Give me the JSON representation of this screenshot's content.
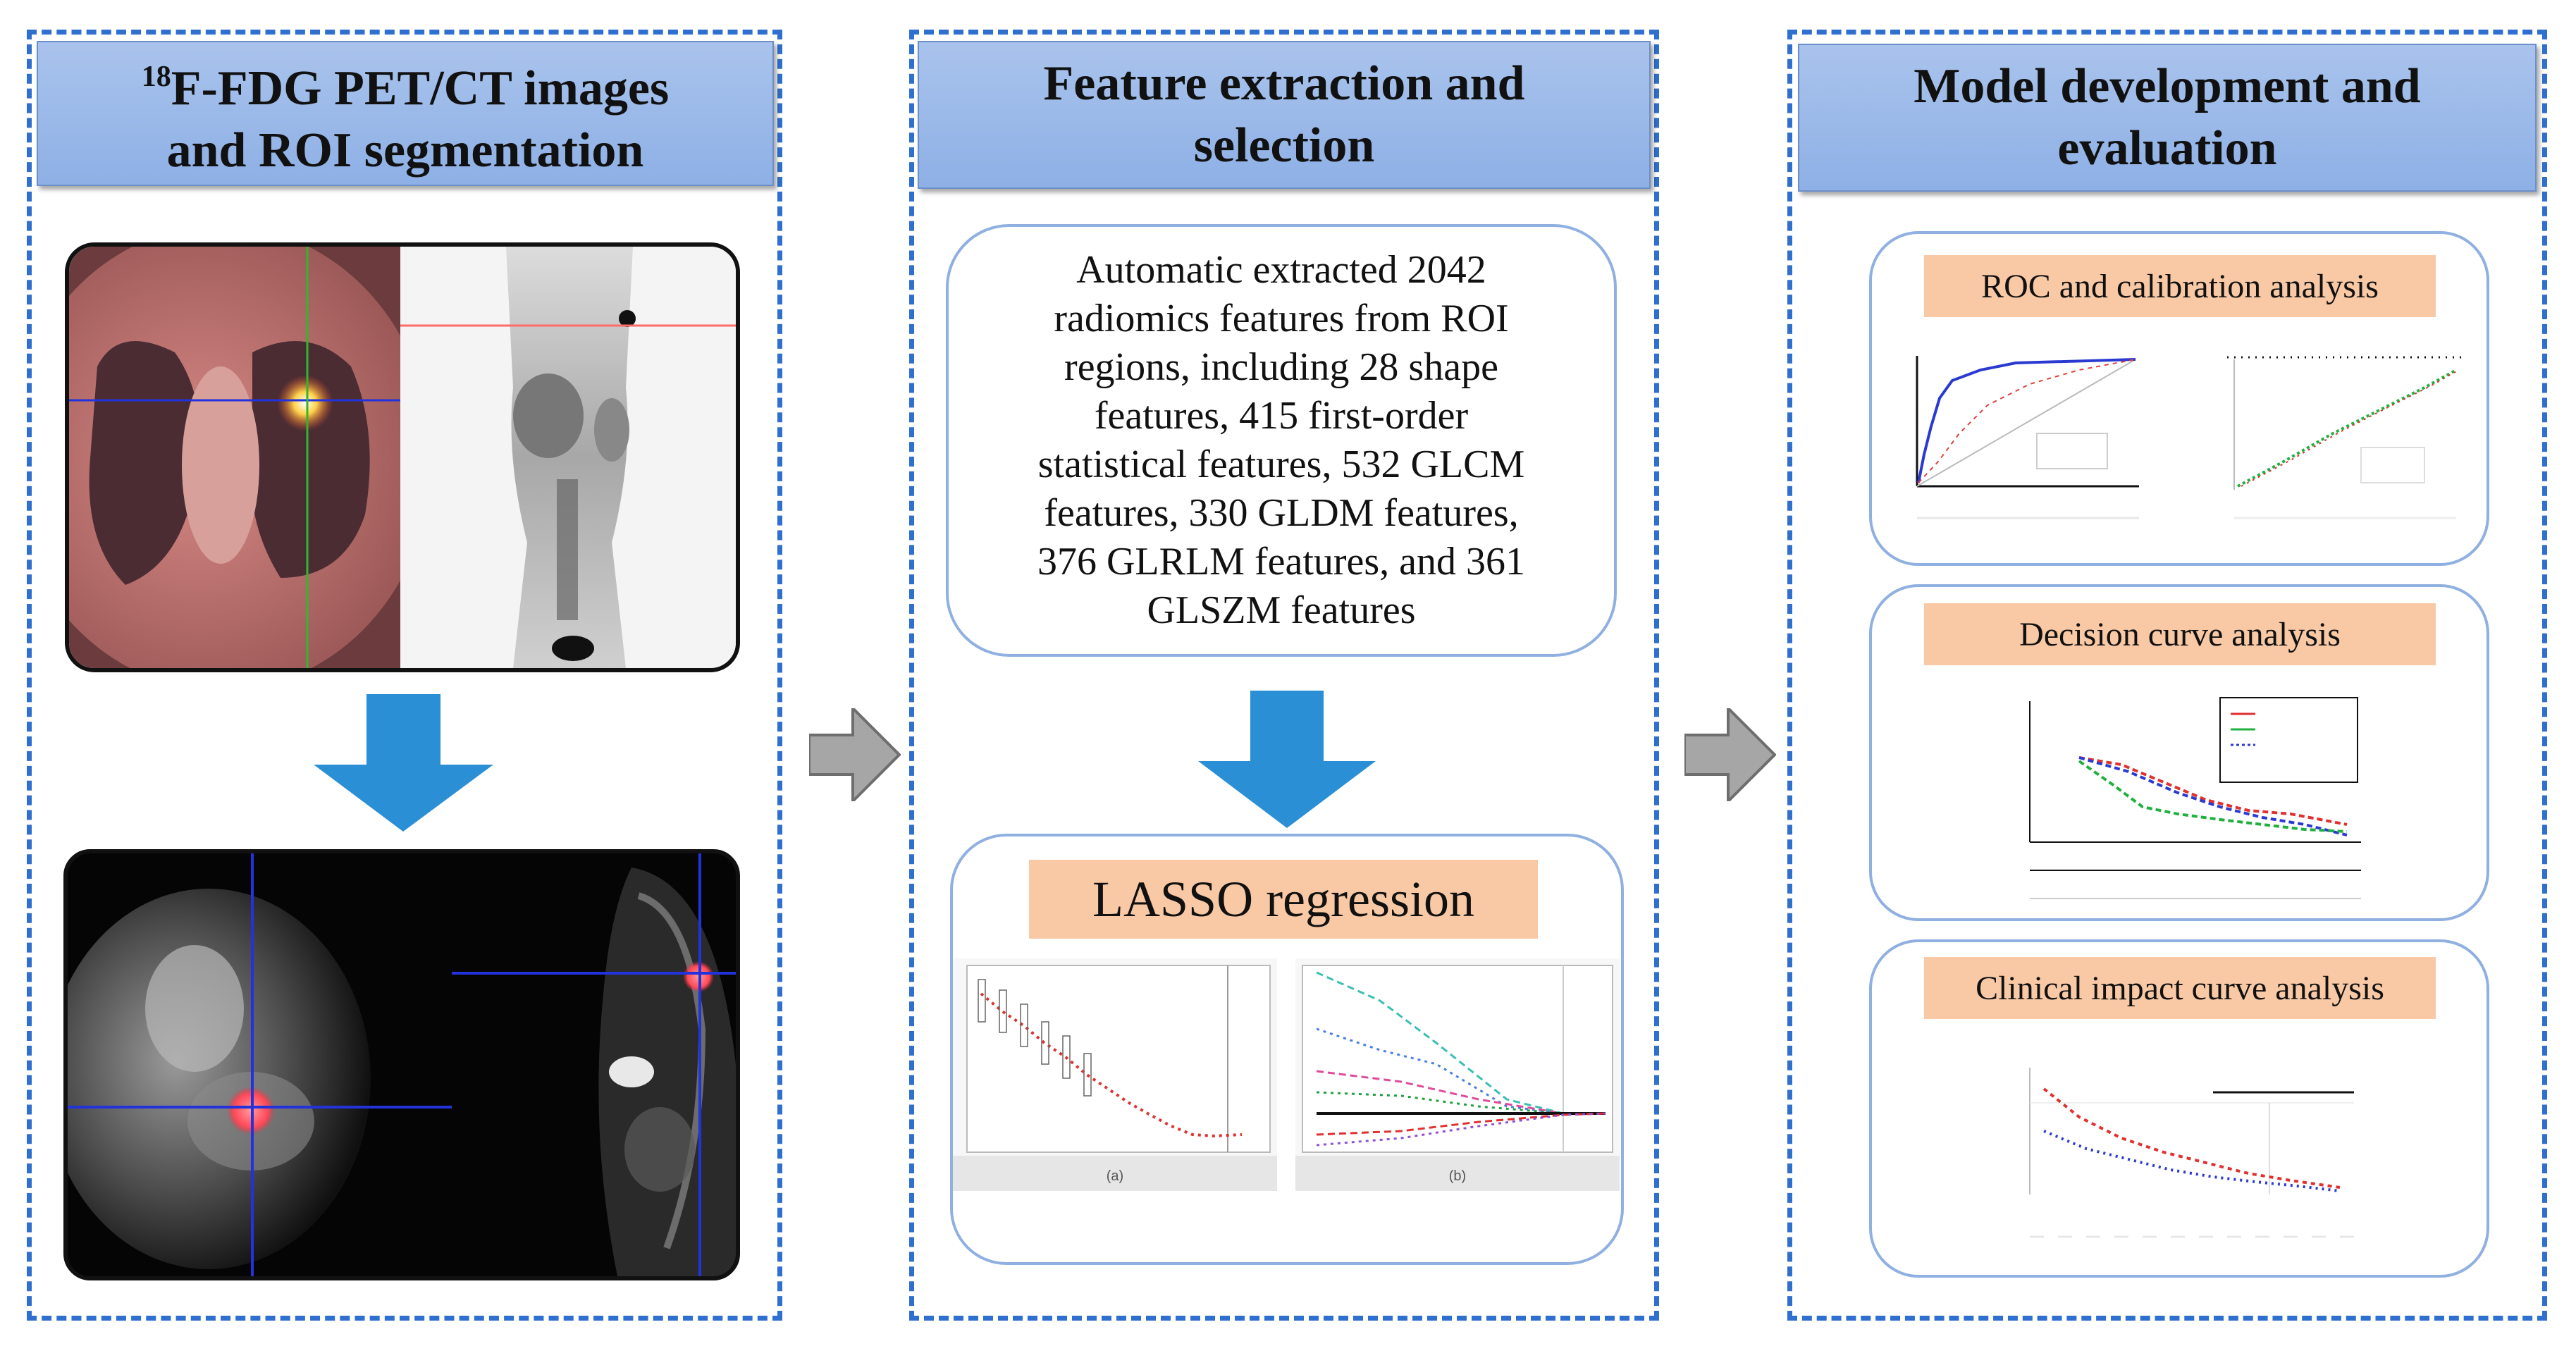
{
  "panels": [
    {
      "title_line1_sup": "18",
      "title_line1_rest": "F-FDG PET/CT images",
      "title_line2": "and ROI segmentation"
    },
    {
      "title_line1": "Feature extraction and",
      "title_line2": "selection",
      "description_lines": [
        "Automatic extracted 2042",
        "radiomics features from ROI",
        "regions, including 28 shape",
        "features, 415 first-order",
        "statistical features, 532 GLCM",
        "features, 330 GLDM features,",
        "376 GLRLM features, and 361",
        "GLSZM features"
      ],
      "lasso_label": "LASSO regression",
      "lasso_panel_a": "(a)",
      "lasso_panel_b": "(b)"
    },
    {
      "title_line1": "Model development and",
      "title_line2": "evaluation",
      "roc_label": "ROC and calibration analysis",
      "dca_label": "Decision curve analysis",
      "cic_label": "Clinical impact curve analysis"
    }
  ],
  "colors": {
    "panel_border": "#2f6fcf",
    "banner_fill": "#9dbbe9",
    "box_border": "#8fb0e0",
    "tag_fill": "#f9c9a6",
    "flow_arrow": "#2b8fd6",
    "connector_arrow": "#a6a6a6"
  },
  "icons": [
    "down-arrow-icon",
    "right-arrow-icon"
  ]
}
